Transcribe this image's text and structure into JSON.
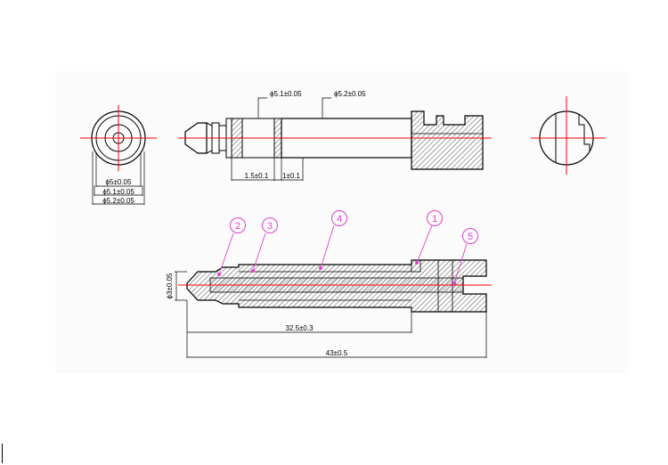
{
  "drawing": {
    "front_view": {
      "dims": [
        "ϕ5±0.05",
        "ϕ5.1±0.05",
        "ϕ5.2±0.05"
      ]
    },
    "side_view": {
      "top_dims": [
        "ϕ5.1±0.05",
        "ϕ5.2±0.05"
      ],
      "bottom_dims": [
        "1.5±0.1",
        "1±0.1"
      ]
    },
    "section_view": {
      "vertical_dim": "ϕ3±0.05",
      "length_dims": [
        "32.5±0.3",
        "43±0.5"
      ],
      "balloons": [
        "2",
        "3",
        "4",
        "1",
        "5"
      ]
    }
  },
  "colors": {
    "line": "#000000",
    "center_line": "#ff0000",
    "balloon": "#e040d0",
    "hatch": "#555555"
  }
}
